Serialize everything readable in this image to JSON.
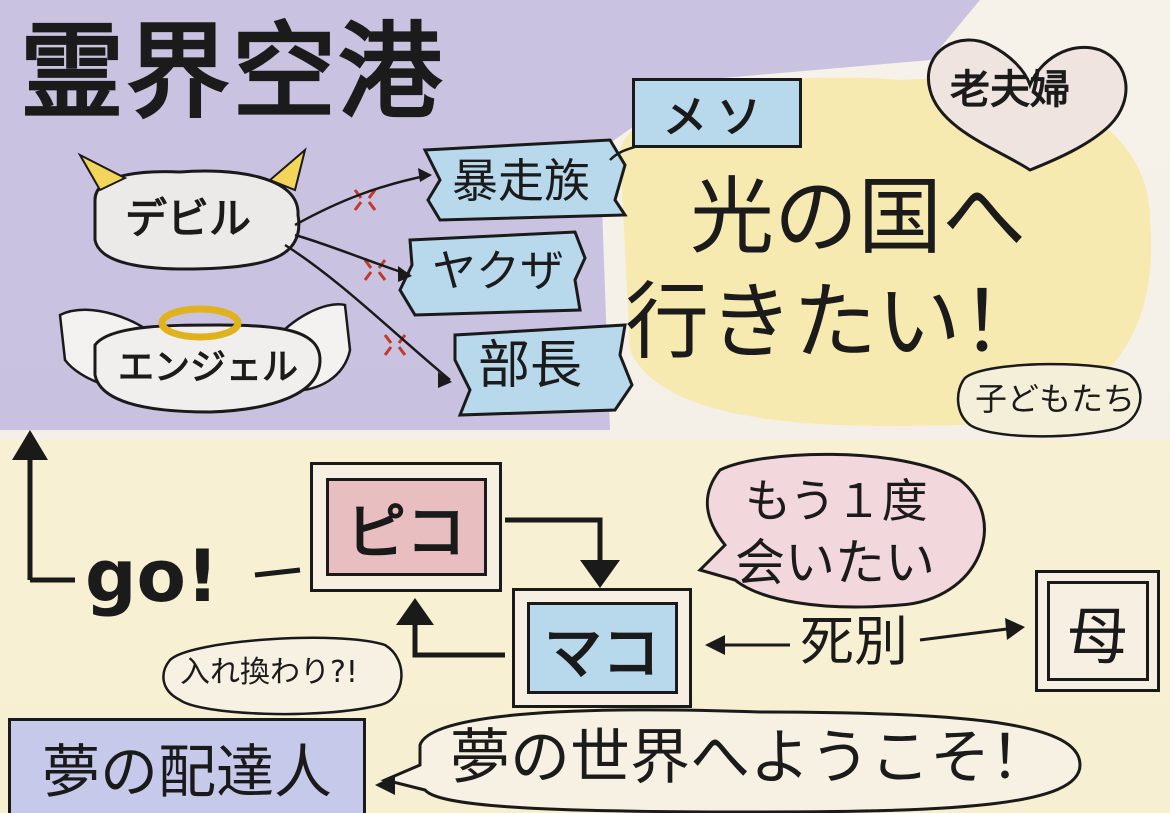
{
  "title": "霊界空港",
  "characters": {
    "devil": "デビル",
    "angel": "エンジェル"
  },
  "groups": {
    "bosozoku": "暴走族",
    "yakuza": "ヤクザ",
    "bucho": "部長",
    "meso": "メソ",
    "rofufu": "老夫婦",
    "kodomotachi": "子どもたち"
  },
  "wish": {
    "line1": "光の国へ",
    "line2": "行きたい！"
  },
  "protagonists": {
    "piko": "ピコ",
    "mako": "マコ",
    "haha": "母"
  },
  "labels": {
    "go": "go!",
    "irekawari": "入れ換わり?!",
    "moichido_line1": "もう１度",
    "moichido_line2": "会いたい",
    "shibetsu": "死別",
    "yume_haitatsunin": "夢の配達人",
    "yume_sekai": "夢の世界へようこそ！"
  },
  "colors": {
    "purple_bg": "#b7b0dc",
    "yellow_bg": "#f6e7a8",
    "blue_box": "#b8d8ec",
    "pink_box": "#e8bec0",
    "ink": "#1a1a1a",
    "red_mark": "#c0392b"
  }
}
